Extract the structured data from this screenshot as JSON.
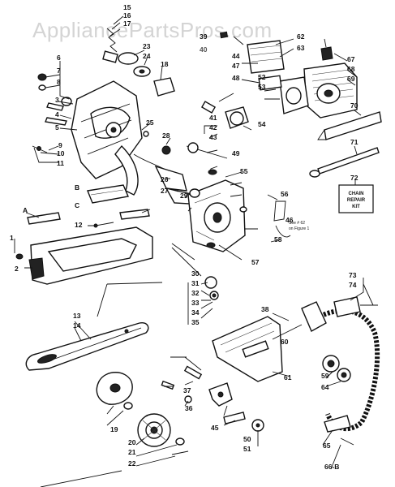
{
  "watermark": "AppliancePartsPros.com",
  "labels": [
    {
      "key": "15",
      "text": "15"
    },
    {
      "key": "16",
      "text": "16"
    },
    {
      "key": "17",
      "text": "17"
    },
    {
      "key": "23",
      "text": "23"
    },
    {
      "key": "24",
      "text": "24"
    },
    {
      "key": "18",
      "text": "18"
    },
    {
      "key": "39",
      "text": "39"
    },
    {
      "key": "40",
      "text": "40"
    },
    {
      "key": "62",
      "text": "62"
    },
    {
      "key": "63",
      "text": "63"
    },
    {
      "key": "44",
      "text": "44"
    },
    {
      "key": "47",
      "text": "47"
    },
    {
      "key": "48",
      "text": "48"
    },
    {
      "key": "52",
      "text": "52"
    },
    {
      "key": "53",
      "text": "53"
    },
    {
      "key": "67",
      "text": "67"
    },
    {
      "key": "68",
      "text": "68"
    },
    {
      "key": "69",
      "text": "69"
    },
    {
      "key": "70",
      "text": "70"
    },
    {
      "key": "71",
      "text": "71"
    },
    {
      "key": "72",
      "text": "72"
    },
    {
      "key": "6",
      "text": "6"
    },
    {
      "key": "7",
      "text": "7"
    },
    {
      "key": "8",
      "text": "8"
    },
    {
      "key": "3",
      "text": "3"
    },
    {
      "key": "4",
      "text": "4"
    },
    {
      "key": "5",
      "text": "5"
    },
    {
      "key": "9",
      "text": "9"
    },
    {
      "key": "10",
      "text": "10"
    },
    {
      "key": "11",
      "text": "11"
    },
    {
      "key": "25",
      "text": "25"
    },
    {
      "key": "28",
      "text": "28"
    },
    {
      "key": "26",
      "text": "26"
    },
    {
      "key": "27",
      "text": "27"
    },
    {
      "key": "41",
      "text": "41"
    },
    {
      "key": "42",
      "text": "42"
    },
    {
      "key": "43",
      "text": "43"
    },
    {
      "key": "49",
      "text": "49"
    },
    {
      "key": "54",
      "text": "54"
    },
    {
      "key": "55",
      "text": "55"
    },
    {
      "key": "56",
      "text": "56"
    },
    {
      "key": "57",
      "text": "57"
    },
    {
      "key": "58",
      "text": "58"
    },
    {
      "key": "B",
      "text": "B"
    },
    {
      "key": "C",
      "text": "C"
    },
    {
      "key": "A",
      "text": "A"
    },
    {
      "key": "12",
      "text": "12"
    },
    {
      "key": "1",
      "text": "1"
    },
    {
      "key": "2",
      "text": "2"
    },
    {
      "key": "29",
      "text": "29"
    },
    {
      "key": "30",
      "text": "30"
    },
    {
      "key": "31",
      "text": "31"
    },
    {
      "key": "32",
      "text": "32"
    },
    {
      "key": "33",
      "text": "33"
    },
    {
      "key": "34",
      "text": "34"
    },
    {
      "key": "35",
      "text": "35"
    },
    {
      "key": "73",
      "text": "73"
    },
    {
      "key": "74",
      "text": "74"
    },
    {
      "key": "13",
      "text": "13"
    },
    {
      "key": "14",
      "text": "14"
    },
    {
      "key": "60",
      "text": "60"
    },
    {
      "key": "61",
      "text": "61"
    },
    {
      "key": "59",
      "text": "59"
    },
    {
      "key": "64",
      "text": "64"
    },
    {
      "key": "36",
      "text": "36"
    },
    {
      "key": "37",
      "text": "37"
    },
    {
      "key": "38",
      "text": "38"
    },
    {
      "key": "45",
      "text": "45"
    },
    {
      "key": "46",
      "text": "46"
    },
    {
      "key": "50",
      "text": "50"
    },
    {
      "key": "51",
      "text": "51"
    },
    {
      "key": "19",
      "text": "19"
    },
    {
      "key": "20",
      "text": "20"
    },
    {
      "key": "21",
      "text": "21"
    },
    {
      "key": "22",
      "text": "22"
    },
    {
      "key": "65",
      "text": "65"
    },
    {
      "key": "66",
      "text": "66-B"
    }
  ],
  "chain_box": {
    "number": "72",
    "line1": "CHAIN",
    "line2": "REPAIR",
    "line3": "KIT"
  },
  "figure_note": {
    "line1": "See # 62",
    "line2": "on Figure 1"
  }
}
